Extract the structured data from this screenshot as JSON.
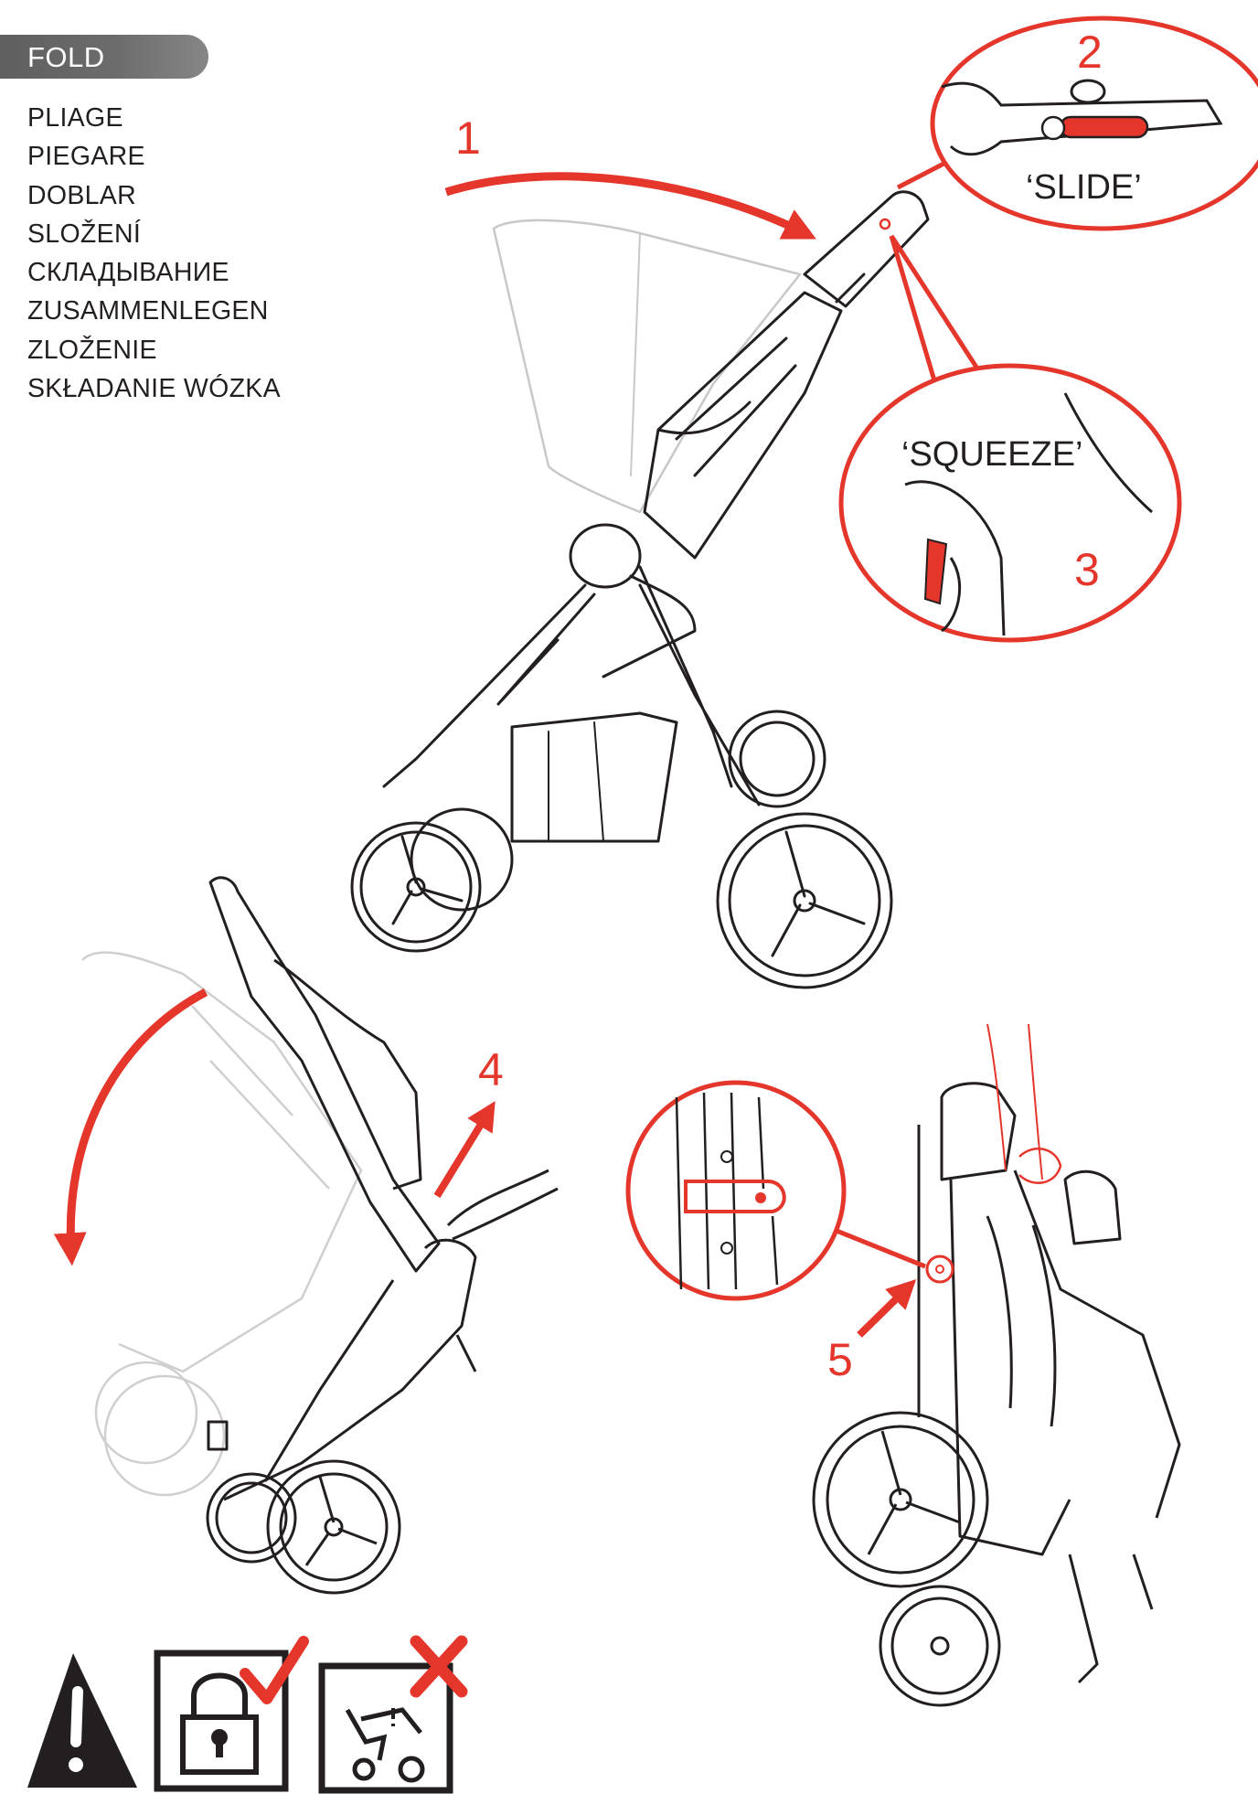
{
  "header": {
    "title": "FOLD"
  },
  "languages": [
    "PLIAGE",
    "PIEGARE",
    "DOBLAR",
    "SLOŽENÍ",
    "СКЛАДЫВАНИЕ",
    "ZUSAMMENLEGEN",
    "ZLOŽENIE",
    "SKŁADANIE WÓZKA"
  ],
  "steps": {
    "s1": "1",
    "s2": "2",
    "s3": "3",
    "s4": "4",
    "s5": "5"
  },
  "callouts": {
    "slide": "‘SLIDE’",
    "squeeze": "‘SQUEEZE’"
  },
  "icons": {
    "warning": "warning-triangle-icon",
    "lock_ok": "padlock-check-icon",
    "no_child": "stroller-child-cross-icon"
  },
  "colors": {
    "accent": "#e5362c",
    "ink": "#231f20",
    "tab": "#6a6a6a"
  }
}
